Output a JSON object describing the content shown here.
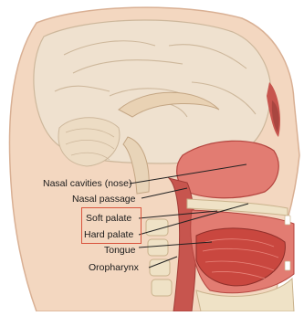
{
  "labels": {
    "nasal_cavities": "Nasal cavities (nose)",
    "nasal_passage": "Nasal passage",
    "soft_palate": "Soft palate",
    "hard_palate": "Hard palate",
    "tongue": "Tongue",
    "oropharynx": "Oropharynx"
  },
  "colors": {
    "skin": "#f3d7c0",
    "skin_shadow": "#e3b89b",
    "brain": "#efe1cf",
    "brain_line": "#cdb79b",
    "airway": "#c7554e",
    "tissue": "#e27c72",
    "tongue": "#c9473f",
    "bone": "#efe2c6",
    "highlight": "#d9533c"
  }
}
